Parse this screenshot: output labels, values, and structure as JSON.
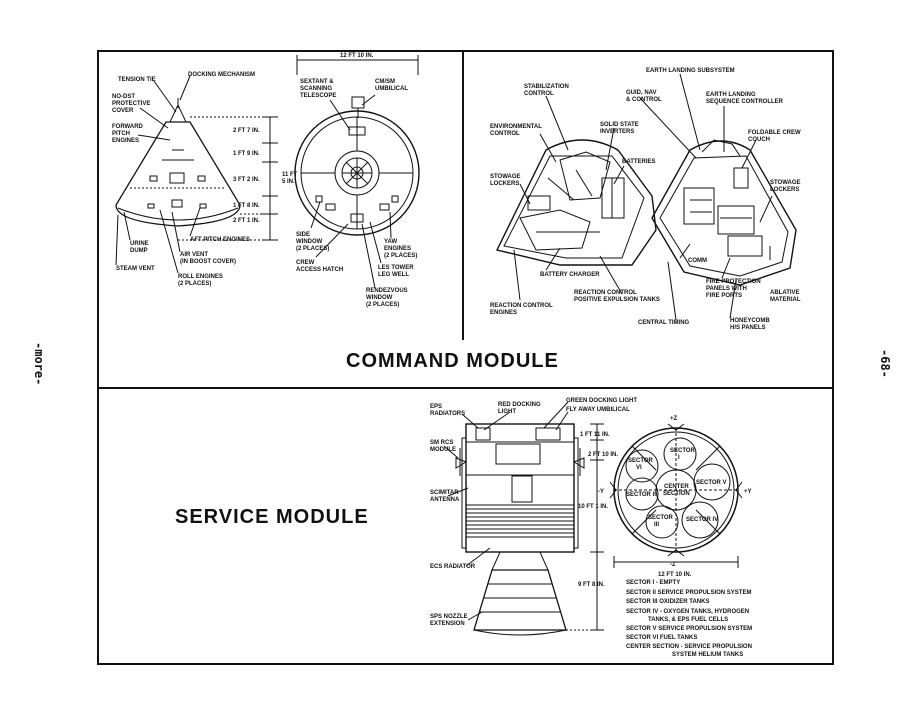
{
  "side_left": "-more-",
  "side_right": "-68-",
  "titles": {
    "command": "COMMAND MODULE",
    "service": "SERVICE MODULE"
  },
  "cm_exterior": {
    "labels": {
      "tension_tie": "TENSION TIE",
      "docking_mechanism": "DOCKING MECHANISM",
      "no_dst_1": "NO-DST",
      "no_dst_2": "PROTECTIVE",
      "no_dst_3": "COVER",
      "fwd_1": "FORWARD",
      "fwd_2": "PITCH",
      "fwd_3": "ENGINES",
      "urine_1": "URINE",
      "urine_2": "DUMP",
      "steam": "STEAM VENT",
      "aft_pitch": "AFT PITCH ENGINES",
      "air_1": "AIR VENT",
      "air_2": "(IN BOOST COVER)",
      "roll_1": "ROLL ENGINES",
      "roll_2": "(2 PLACES)",
      "d1": "2 FT 7 IN.",
      "d2": "1 FT 9 IN.",
      "d3": "3 FT 2 IN.",
      "d4": "1 FT 8 IN.",
      "d5": "2 FT 1 IN.",
      "total_1": "11 FT",
      "total_2": "5 IN."
    }
  },
  "cm_top": {
    "labels": {
      "width": "12 FT 10 IN.",
      "sextant_1": "SEXTANT &",
      "sextant_2": "SCANNING",
      "sextant_3": "TELESCOPE",
      "umb_1": "CM/SM",
      "umb_2": "UMBILICAL",
      "side_1": "SIDE",
      "side_2": "WINDOW",
      "side_3": "(2 PLACES)",
      "crew_1": "CREW",
      "crew_2": "ACCESS HATCH",
      "yaw_1": "YAW",
      "yaw_2": "ENGINES",
      "yaw_3": "(2 PLACES)",
      "les_1": "LES TOWER",
      "les_2": "LEG WELL",
      "rdv_1": "RENDEZVOUS",
      "rdv_2": "WINDOW",
      "rdv_3": "(2 PLACES)"
    }
  },
  "cm_interior": {
    "labels": {
      "els": "EARTH LANDING SUBSYSTEM",
      "stab_1": "STABILIZATION",
      "stab_2": "CONTROL",
      "guid_1": "GUID, NAV",
      "guid_2": "& CONTROL",
      "elsc_1": "EARTH LANDING",
      "elsc_2": "SEQUENCE CONTROLLER",
      "env_1": "ENVIRONMENTAL",
      "env_2": "CONTROL",
      "ss_1": "SOLID STATE",
      "ss_2": "INVERTERS",
      "fold_1": "FOLDABLE CREW",
      "fold_2": "COUCH",
      "batt": "BATTERIES",
      "stow_l_1": "STOWAGE",
      "stow_l_2": "LOCKERS",
      "stow_r_1": "STOWAGE",
      "stow_r_2": "LOCKERS",
      "charger": "BATTERY CHARGER",
      "comm": "COMM",
      "rc_1": "REACTION CONTROL",
      "rc_2": "ENGINES",
      "rcp_1": "REACTION CONTROL",
      "rcp_2": "POSITIVE EXPULSION TANKS",
      "fire_1": "FIRE PROTECTION",
      "fire_2": "PANELS WITH",
      "fire_3": "FIRE PORTS",
      "abl_1": "ABLATIVE",
      "abl_2": "MATERIAL",
      "central": "CENTRAL TIMING",
      "honey_1": "HONEYCOMB",
      "honey_2": "H/S PANELS"
    }
  },
  "sm_side": {
    "labels": {
      "eps_1": "EPS",
      "eps_2": "RADIATORS",
      "red_1": "RED DOCKING",
      "red_2": "LIGHT",
      "green": "GREEN DOCKING LIGHT",
      "fly": "FLY AWAY UMBILICAL",
      "rcs_1": "SM RCS",
      "rcs_2": "MODULE",
      "scim_1": "SCIMITAR",
      "scim_2": "ANTENNA",
      "ecs": "ECS RADIATOR",
      "nozzle_1": "SPS NOZZLE",
      "nozzle_2": "EXTENSION",
      "d1": "1 FT 11 IN.",
      "d2": "2 FT 10 IN.",
      "d3": "10 FT 1 IN.",
      "d4": "9 FT 8 IN."
    }
  },
  "sm_top": {
    "labels": {
      "z_top": "+Z",
      "z_bot": "-Z",
      "y_left": "-Y",
      "y_right": "+Y",
      "s1": "SECTOR",
      "s1b": "I",
      "s2": "SECTOR II",
      "s3": "SECTOR",
      "s3b": "III",
      "s4": "SECTOR IV",
      "s5": "SECTOR V",
      "s6": "SECTOR",
      "s6b": "VI",
      "center_1": "CENTER",
      "center_2": "SECTION",
      "width": "12 FT 10 IN."
    },
    "legend": [
      "SECTOR I - EMPTY",
      "SECTOR II SERVICE PROPULSION SYSTEM",
      "SECTOR III OXIDIZER TANKS",
      "SECTOR IV - OXYGEN TANKS, HYDROGEN",
      "TANKS, & EPS FUEL CELLS",
      "SECTOR V SERVICE PROPULSION SYSTEM",
      "SECTOR VI FUEL TANKS",
      "CENTER SECTION - SERVICE PROPULSION",
      "SYSTEM HELIUM TANKS"
    ]
  }
}
